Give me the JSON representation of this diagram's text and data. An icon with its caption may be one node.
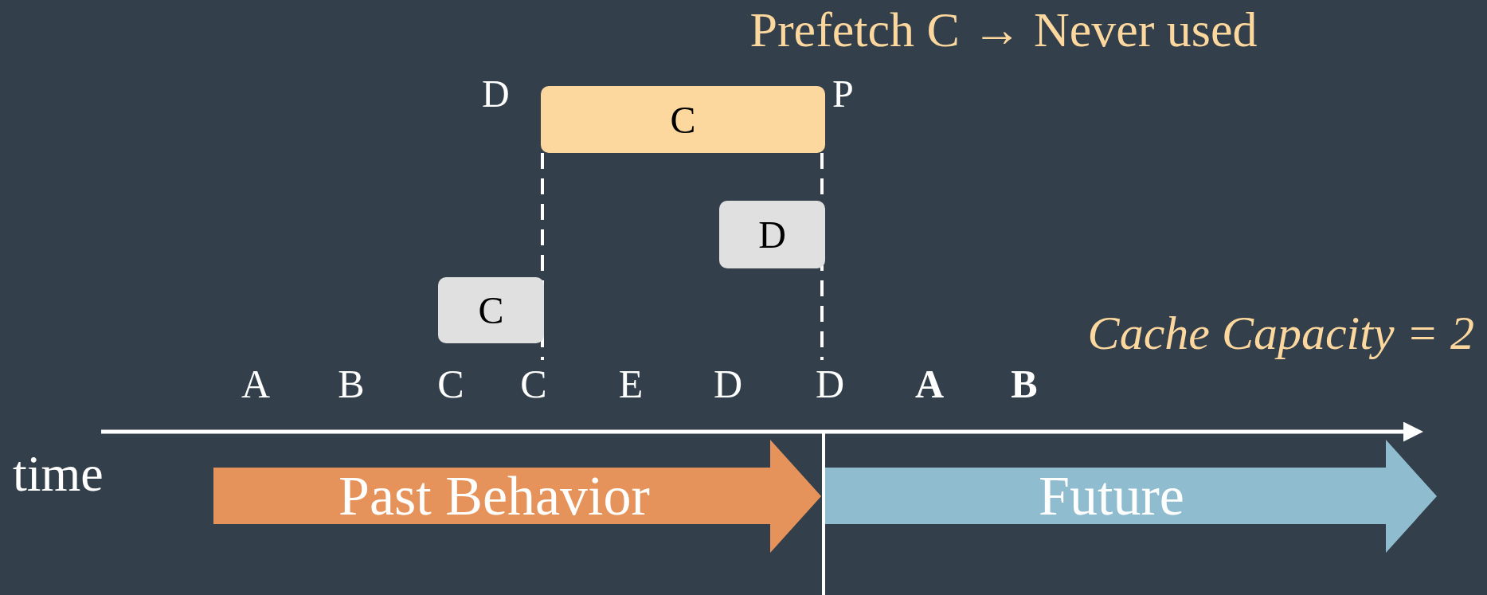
{
  "diagram": {
    "title": "Prefetch C → Never used",
    "nodes": [
      {
        "text": [
          "C"
        ],
        "beside": [
          "D",
          "P"
        ]
      },
      {
        "text": [
          "D"
        ]
      },
      {
        "text": [
          "C"
        ]
      },
      {
        "text": [
          "A"
        ]
      },
      {
        "text": [
          "B"
        ]
      },
      {
        "text": [
          "C"
        ]
      },
      {
        "text": [
          "C"
        ]
      },
      {
        "text": [
          "E"
        ]
      },
      {
        "text": [
          "D"
        ]
      },
      {
        "text": [
          "D"
        ]
      },
      {
        "text": [
          "A"
        ]
      },
      {
        "text": [
          "B"
        ]
      },
      {
        "text": [
          "Past Behavior"
        ]
      },
      {
        "text": [
          "Future"
        ]
      }
    ],
    "edges": [
      {
        "from": 0,
        "to": 6,
        "arrow": "none",
        "style": "dashed"
      },
      {
        "from": 0,
        "to": 9,
        "arrow": "none",
        "style": "dashed"
      }
    ],
    "labels": [
      "Cache Capacity = 2",
      "time"
    ]
  }
}
